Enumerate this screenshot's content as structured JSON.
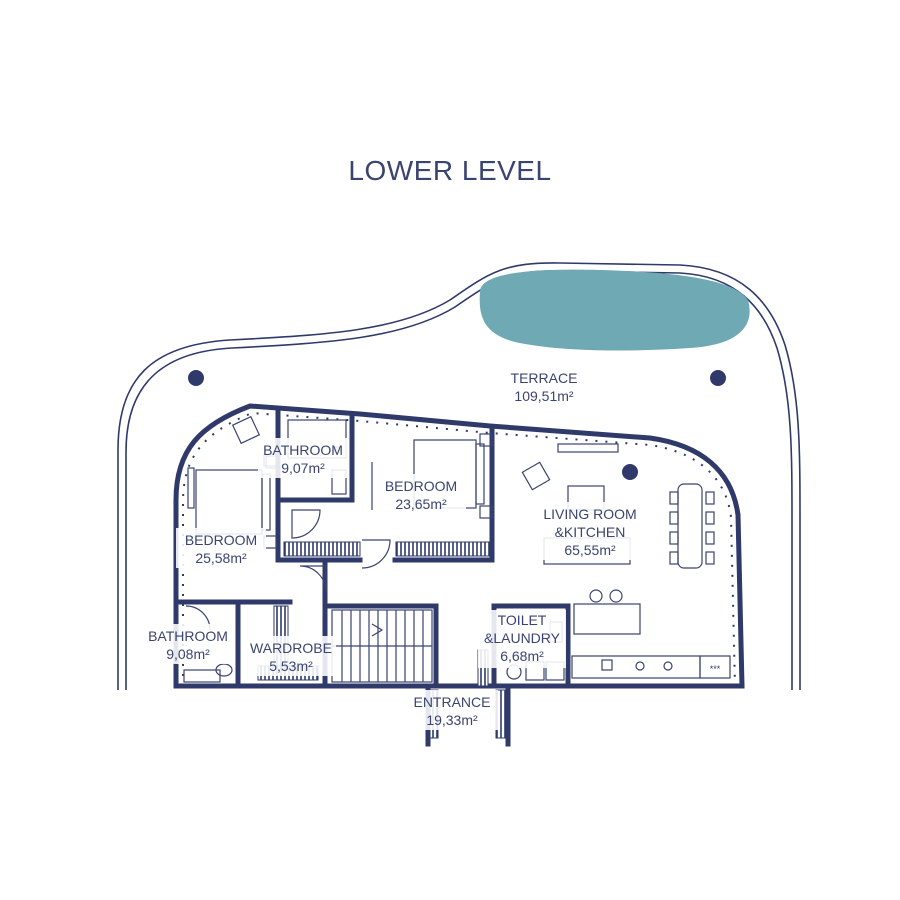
{
  "title": "LOWER LEVEL",
  "colors": {
    "walls": "#2f3a6b",
    "text": "#3a4470",
    "pool": "#6fa9b3",
    "background": "#ffffff"
  },
  "rooms": [
    {
      "id": "terrace",
      "name": "TERRACE",
      "area": "109,51m²"
    },
    {
      "id": "bathroom-upper",
      "name": "BATHROOM",
      "area": "9,07m²"
    },
    {
      "id": "bedroom-center",
      "name": "BEDROOM",
      "area": "23,65m²"
    },
    {
      "id": "bedroom-left",
      "name": "BEDROOM",
      "area": "25,58m²"
    },
    {
      "id": "living-kitchen",
      "name": "LIVING ROOM\n&KITCHEN",
      "name_line1": "LIVING ROOM",
      "name_line2": "&KITCHEN",
      "area": "65,55m²"
    },
    {
      "id": "bathroom-lower",
      "name": "BATHROOM",
      "area": "9,08m²"
    },
    {
      "id": "wardrobe",
      "name": "WARDROBE",
      "area": "5,53m²"
    },
    {
      "id": "toilet-laundry",
      "name": "TOILET\n&LAUNDRY",
      "name_line1": "TOILET",
      "name_line2": "&LAUNDRY",
      "area": "6,68m²"
    },
    {
      "id": "entrance",
      "name": "ENTRANCE",
      "area": "19,33m²"
    }
  ]
}
